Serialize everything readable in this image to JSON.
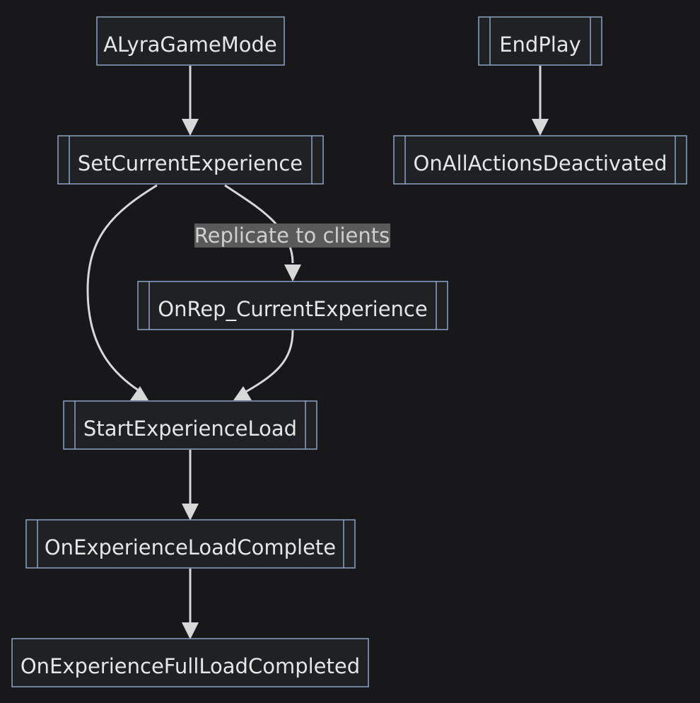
{
  "nodes": {
    "alyra_game_mode": "ALyraGameMode",
    "set_current_experience": "SetCurrentExperience",
    "on_rep_current_experience": "OnRep_CurrentExperience",
    "start_experience_load": "StartExperienceLoad",
    "on_experience_load_complete": "OnExperienceLoadComplete",
    "on_experience_full_load_completed": "OnExperienceFullLoadCompleted",
    "end_play": "EndPlay",
    "on_all_actions_deactivated": "OnAllActionsDeactivated"
  },
  "edges": {
    "replicate_label": "Replicate to clients"
  },
  "colors": {
    "background": "#18181a",
    "node_fill": "#1f2124",
    "node_border": "#8aa4c8",
    "edge": "#d8d8d8",
    "node_text": "#e6e6e6",
    "edge_label_bg": "#5a5a5a"
  }
}
